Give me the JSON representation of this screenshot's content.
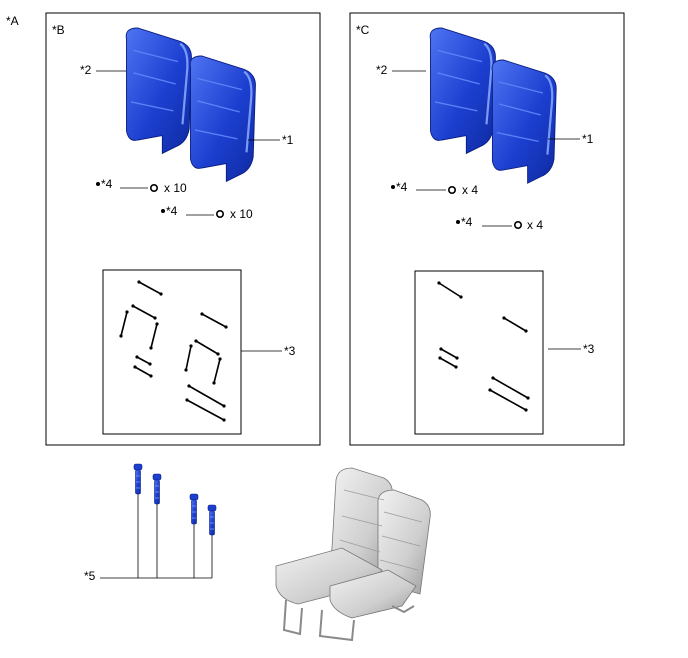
{
  "labels": {
    "a": "*A",
    "b": "*B",
    "c": "*C",
    "c1": "*1",
    "c2": "*2",
    "c3": "*3",
    "c4": "*4",
    "c5": "*5"
  },
  "quantities": {
    "b_upper": "x 10",
    "b_lower": "x 10",
    "c_upper": "x 4",
    "c_lower": "x 4"
  },
  "colors": {
    "seat_blue": "#1c3fd0",
    "seat_blue_light": "#4f74f2",
    "frame_gray": "#c8c8c8",
    "line": "#000000"
  }
}
